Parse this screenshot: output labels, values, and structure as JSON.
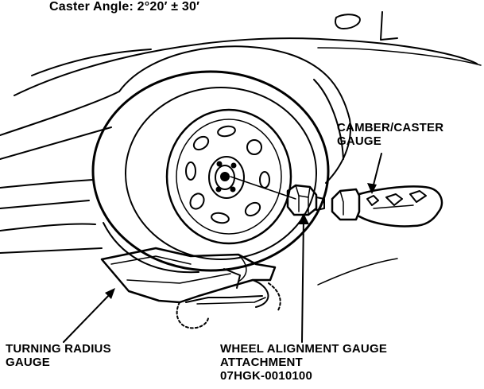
{
  "title": "Caster Angle: 2°20′ ± 30′",
  "labels": {
    "camber_caster_gauge": [
      "CAMBER/CASTER",
      "GAUGE"
    ],
    "turning_radius_gauge": [
      "TURNING RADIUS",
      "GAUGE"
    ],
    "wheel_alignment_gauge_attachment": [
      "WHEEL ALIGNMENT GAUGE",
      "ATTACHMENT",
      "07HGK-0010100"
    ]
  },
  "colors": {
    "ink": "#000000",
    "paper": "#ffffff"
  }
}
